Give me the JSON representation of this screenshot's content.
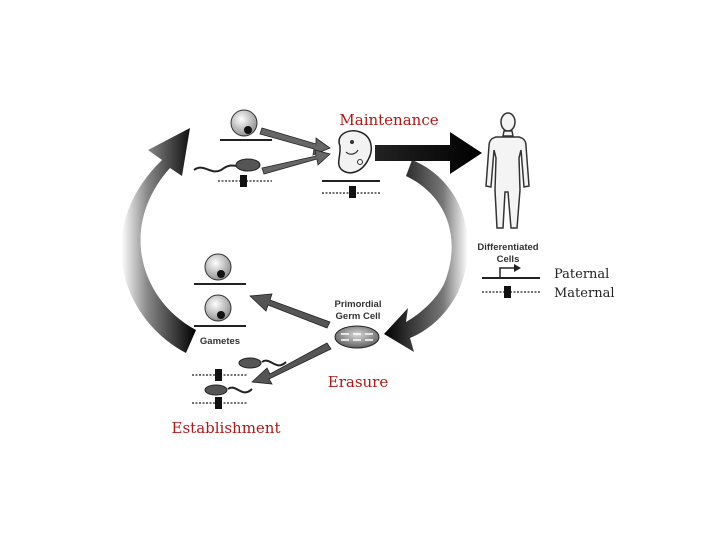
{
  "labels": {
    "maintenance": "Maintenance",
    "erasure": "Erasure",
    "establishment": "Establishment",
    "differentiated_line1": "Differentiated",
    "differentiated_line2": "Cells",
    "paternal": "Paternal",
    "maternal": "Maternal",
    "primordial_line1": "Primordial",
    "primordial_line2": "Germ Cell",
    "gametes": "Gametes"
  },
  "colors": {
    "red_label": "#b01818",
    "arrow_dark": "#111111",
    "arrow_gray": "#444444",
    "background": "#ffffff"
  }
}
